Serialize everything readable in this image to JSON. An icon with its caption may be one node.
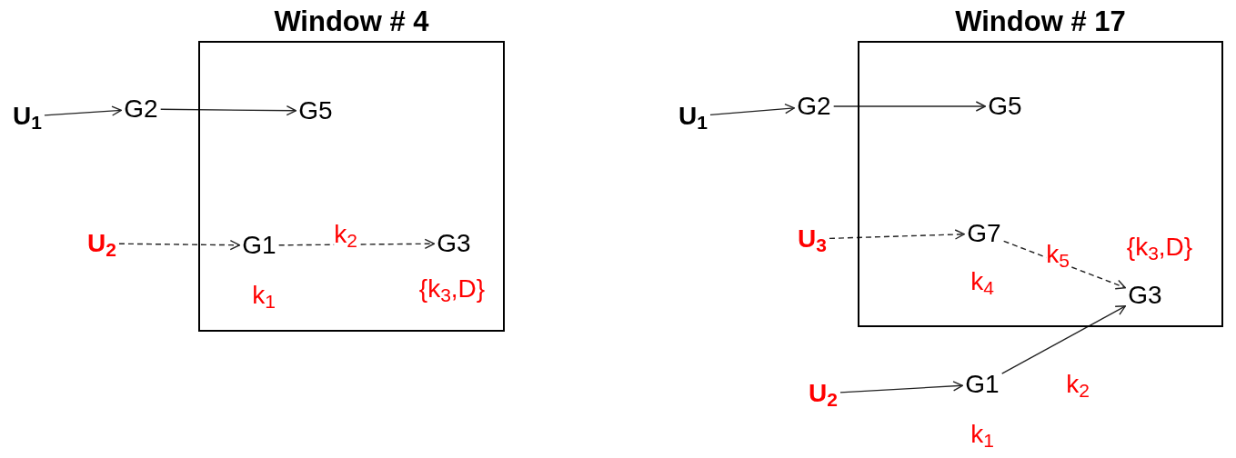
{
  "diagram": {
    "nodes": [
      {
        "text": [
          "Window # 4"
        ]
      },
      {
        "text": [
          "U$_{1}$"
        ]
      },
      {
        "text": [
          "G2"
        ]
      },
      {
        "text": [
          "G5"
        ],
        "in": 0
      },
      {
        "text": [
          "U$_{2}$"
        ]
      },
      {
        "text": [
          "G1"
        ],
        "in": 0,
        "beside": [
          "k$_{1}$"
        ]
      },
      {
        "text": [
          "G3"
        ],
        "in": 0,
        "beside": [
          "{k$_{3}$,D}"
        ]
      },
      {
        "text": [
          "Window # 17"
        ]
      },
      {
        "text": [
          "U$_{1}$"
        ]
      },
      {
        "text": [
          "G2"
        ]
      },
      {
        "text": [
          "G5"
        ],
        "in": 7
      },
      {
        "text": [
          "U$_{3}$"
        ]
      },
      {
        "text": [
          "G7"
        ],
        "in": 7,
        "beside": [
          "k$_{4}$"
        ]
      },
      {
        "text": [
          "G3"
        ],
        "in": 7,
        "beside": [
          "{k$_{3}$,D}"
        ]
      },
      {
        "text": [
          "U$_{2}$"
        ]
      },
      {
        "text": [
          "G1"
        ],
        "beside": [
          "k$_{1}$"
        ]
      }
    ],
    "edges": [
      {
        "from": 1,
        "to": 2,
        "arrow": "to"
      },
      {
        "from": 2,
        "to": 3,
        "arrow": "to"
      },
      {
        "from": 4,
        "to": 5,
        "arrow": "to",
        "style": "dashed"
      },
      {
        "from": 5,
        "to": 6,
        "arrow": "to",
        "style": "dashed",
        "label": "k$_{2}$"
      },
      {
        "from": 8,
        "to": 9,
        "arrow": "to"
      },
      {
        "from": 9,
        "to": 10,
        "arrow": "to"
      },
      {
        "from": 11,
        "to": 12,
        "arrow": "to",
        "style": "dashed"
      },
      {
        "from": 12,
        "to": 13,
        "arrow": "to",
        "style": "dashed",
        "label": "k$_{5}$"
      },
      {
        "from": 14,
        "to": 15,
        "arrow": "to"
      },
      {
        "from": 15,
        "to": 13,
        "arrow": "to",
        "label": "k$_{2}$"
      }
    ]
  }
}
